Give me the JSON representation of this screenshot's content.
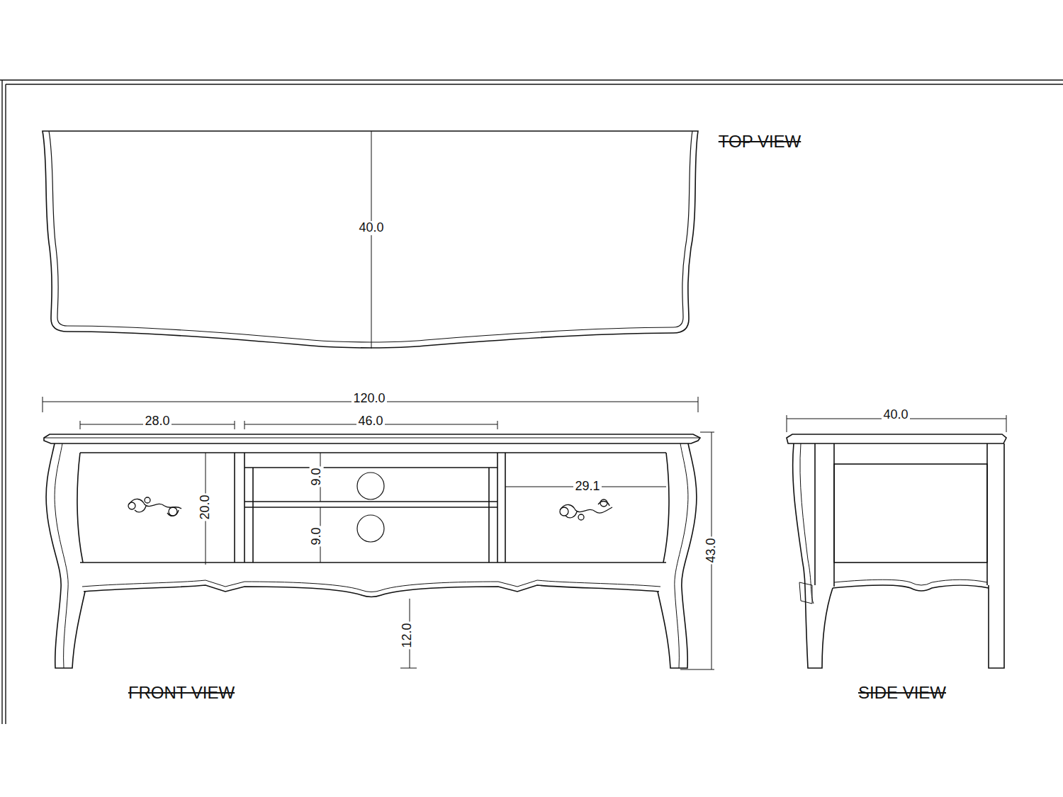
{
  "diagram": {
    "labels": [
      "TOP VIEW",
      "40.0",
      "120.0",
      "40.0",
      "28.0",
      "46.0",
      "9.0",
      "9.0",
      "20.0",
      "29.1",
      "43.0",
      "12.0",
      "FRONT VIEW",
      "SIDE VIEW"
    ]
  }
}
